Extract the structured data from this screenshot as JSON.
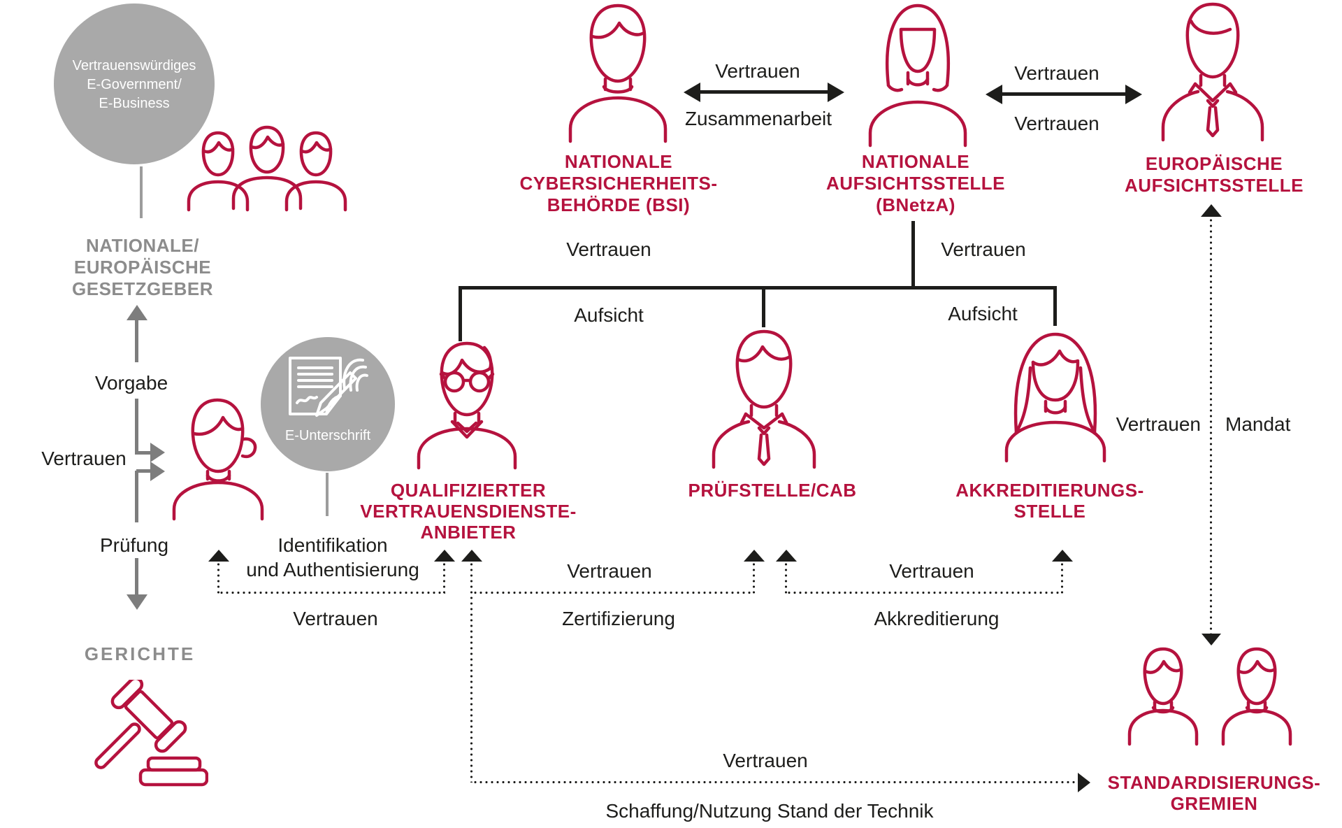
{
  "colors": {
    "red": "#b5123e",
    "ink": "#1d1d1b",
    "gray_text": "#8c8c8c",
    "circle_gray": "#a9a9a9",
    "arrow_gray": "#7d7d7d",
    "conn_gray": "#9c9c9c"
  },
  "trust_circle": {
    "line1": "Vertrauenswürdiges",
    "line2": "E-Government/",
    "line3": "E-Business"
  },
  "esign_circle": {
    "label": "E-Unterschrift"
  },
  "entities": {
    "legislators": {
      "line1": "NATIONALE/",
      "line2": "EUROPÄISCHE",
      "line3": "GESETZGEBER"
    },
    "courts": {
      "label": "GERICHTE"
    },
    "bsi": {
      "line1": "NATIONALE",
      "line2": "CYBERSICHERHEITS-",
      "line3": "BEHÖRDE (BSI)"
    },
    "bnetza": {
      "line1": "NATIONALE",
      "line2": "AUFSICHTSSTELLE",
      "line3": "(BNetzA)"
    },
    "eu_supervisory": {
      "line1": "EUROPÄISCHE",
      "line2": "AUFSICHTSSTELLE"
    },
    "qtsp": {
      "line1": "QUALIFIZIERTER",
      "line2": "VERTRAUENSDIENSTE-",
      "line3": "ANBIETER"
    },
    "cab": {
      "label": "PRÜFSTELLE/CAB"
    },
    "accreditation_body": {
      "line1": "AKKREDITIERUNGS-",
      "line2": "STELLE"
    },
    "standardization_bodies": {
      "line1": "STANDARDISIERUNGS-",
      "line2": "GREMIEN"
    }
  },
  "relations": {
    "vorgabe": "Vorgabe",
    "vertrauen_citizen": "Vertrauen",
    "pruefung": "Prüfung",
    "bsi_bnetza_top": "Vertrauen",
    "bsi_bnetza_bottom": "Zusammenarbeit",
    "bnetza_eu_top": "Vertrauen",
    "bnetza_eu_bottom": "Vertrauen",
    "bracket_left_vertrauen": "Vertrauen",
    "bracket_left_aufsicht": "Aufsicht",
    "bracket_right_vertrauen": "Vertrauen",
    "bracket_right_aufsicht": "Aufsicht",
    "ident_line1": "Identifikation",
    "ident_line2": "und Authentisierung",
    "citizen_qtsp_vertrauen": "Vertrauen",
    "qtsp_cab_vertrauen": "Vertrauen",
    "qtsp_cab_zertifizierung": "Zertifizierung",
    "cab_akk_vertrauen": "Vertrauen",
    "cab_akk_akkreditierung": "Akkreditierung",
    "eu_std_vertrauen": "Vertrauen",
    "eu_std_mandat": "Mandat",
    "bottom_vertrauen": "Vertrauen",
    "bottom_schaffung": "Schaffung/Nutzung Stand der Technik"
  }
}
